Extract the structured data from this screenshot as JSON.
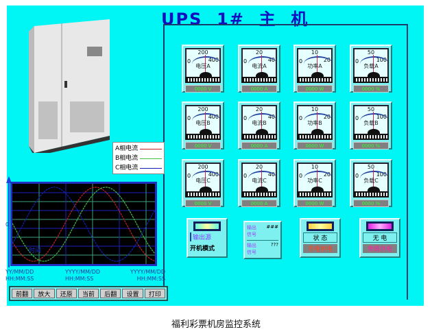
{
  "header": {
    "title": "UPS  1#  主  机"
  },
  "meters": [
    {
      "scale": [
        "0",
        "200",
        "400"
      ],
      "label": "电压A",
      "value": "0000 V"
    },
    {
      "scale": [
        "0",
        "20",
        "40"
      ],
      "label": "电流A",
      "value": "0000 A"
    },
    {
      "scale": [
        "0",
        "10",
        "20"
      ],
      "label": "功率A",
      "value": "0000 W"
    },
    {
      "scale": [
        "0",
        "50",
        "100"
      ],
      "label": "负载A",
      "value": "0000 %"
    },
    {
      "scale": [
        "0",
        "200",
        "400"
      ],
      "label": "电压B",
      "value": "0000 V"
    },
    {
      "scale": [
        "0",
        "20",
        "40"
      ],
      "label": "电流B",
      "value": "0000 A"
    },
    {
      "scale": [
        "0",
        "10",
        "20"
      ],
      "label": "功率B",
      "value": "0000 W"
    },
    {
      "scale": [
        "0",
        "50",
        "100"
      ],
      "label": "负载B",
      "value": "0000 %"
    },
    {
      "scale": [
        "0",
        "200",
        "400"
      ],
      "label": "电压C",
      "value": "0000 V"
    },
    {
      "scale": [
        "0",
        "20",
        "40"
      ],
      "label": "电流C",
      "value": "0000 A"
    },
    {
      "scale": [
        "0",
        "10",
        "20"
      ],
      "label": "功率C",
      "value": "0000 W"
    },
    {
      "scale": [
        "0",
        "50",
        "100"
      ],
      "label": "负载C",
      "value": "0000 %"
    }
  ],
  "status": {
    "output": {
      "label": "输出源",
      "sub": "开机模式"
    },
    "signals": {
      "a": "输出信号",
      "a_val": "###",
      "b": "输出信号",
      "b_val": "???"
    },
    "state": {
      "label": "状 态",
      "value": "市电供电"
    },
    "power": {
      "label": "无 电",
      "value": "旁路供电"
    }
  },
  "legend": [
    {
      "label": "A相电流",
      "color": "#c02020"
    },
    {
      "label": "B相电流",
      "color": "#40c040"
    },
    {
      "label": "C相电流",
      "color": "#1020b0"
    }
  ],
  "chart_data": {
    "type": "line",
    "series": [
      {
        "name": "A相电流",
        "phase_deg": 0
      },
      {
        "name": "B相电流",
        "phase_deg": -30
      },
      {
        "name": "C相电流",
        "phase_deg": 120
      }
    ],
    "x_ticks": [
      [
        "YY/MM/DD",
        "HH:MM:SS"
      ],
      [
        "YYYY/MM/DD",
        "HH:MM:SS"
      ],
      [
        "YYYY/MM/DD",
        "HH:MM:SS"
      ]
    ],
    "y_ticks": [
      "0"
    ],
    "annotation": "时间"
  },
  "toolbar": [
    "前翻",
    "放大",
    "还原",
    "当前",
    "后翻",
    "设置",
    "打印"
  ],
  "caption": "福利彩票机房监控系统"
}
